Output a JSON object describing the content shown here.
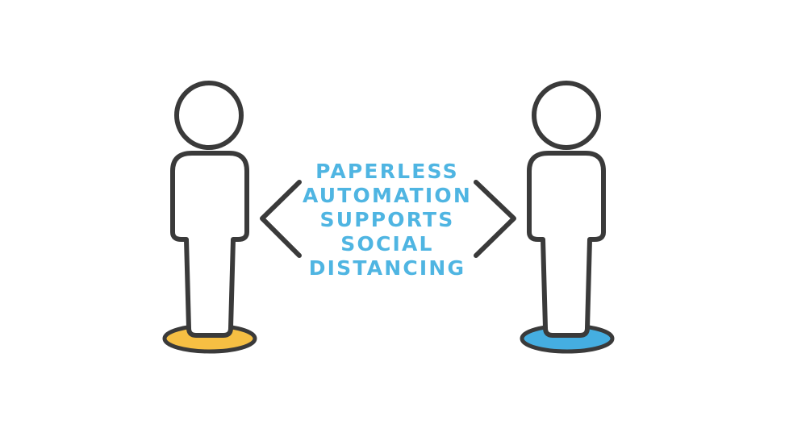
{
  "colors": {
    "background": "#ffffff",
    "outline": "#3a3a3a",
    "slogan_text": "#4fb5e2",
    "left_floor_marker": "#f6bf43",
    "right_floor_marker": "#45aee1"
  },
  "slogan": {
    "lines": [
      "PAPERLESS",
      "AUTOMATION",
      "SUPPORTS",
      "SOCIAL",
      "DISTANCING"
    ]
  },
  "icons": {
    "left_figure": "person-icon",
    "right_figure": "person-icon",
    "left_arrow": "chevron-left-icon",
    "right_arrow": "chevron-right-icon",
    "left_marker": "floor-marker-icon",
    "right_marker": "floor-marker-icon"
  }
}
